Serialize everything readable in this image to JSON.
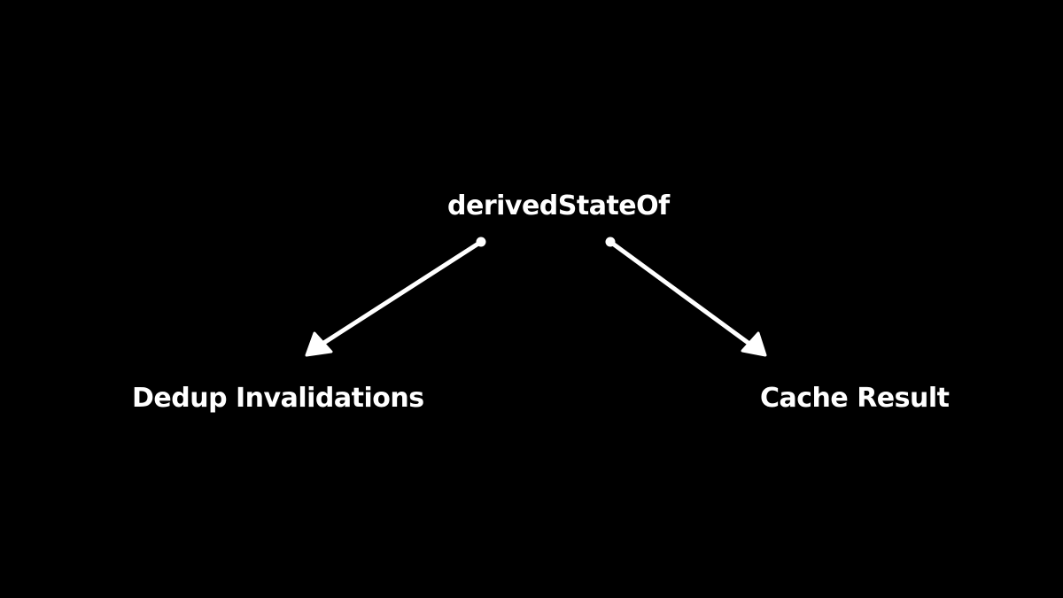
{
  "diagram": {
    "root": {
      "label": "derivedStateOf"
    },
    "children": [
      {
        "label": "Dedup Invalidations"
      },
      {
        "label": "Cache Result"
      }
    ]
  },
  "colors": {
    "background": "#000000",
    "foreground": "#ffffff"
  }
}
